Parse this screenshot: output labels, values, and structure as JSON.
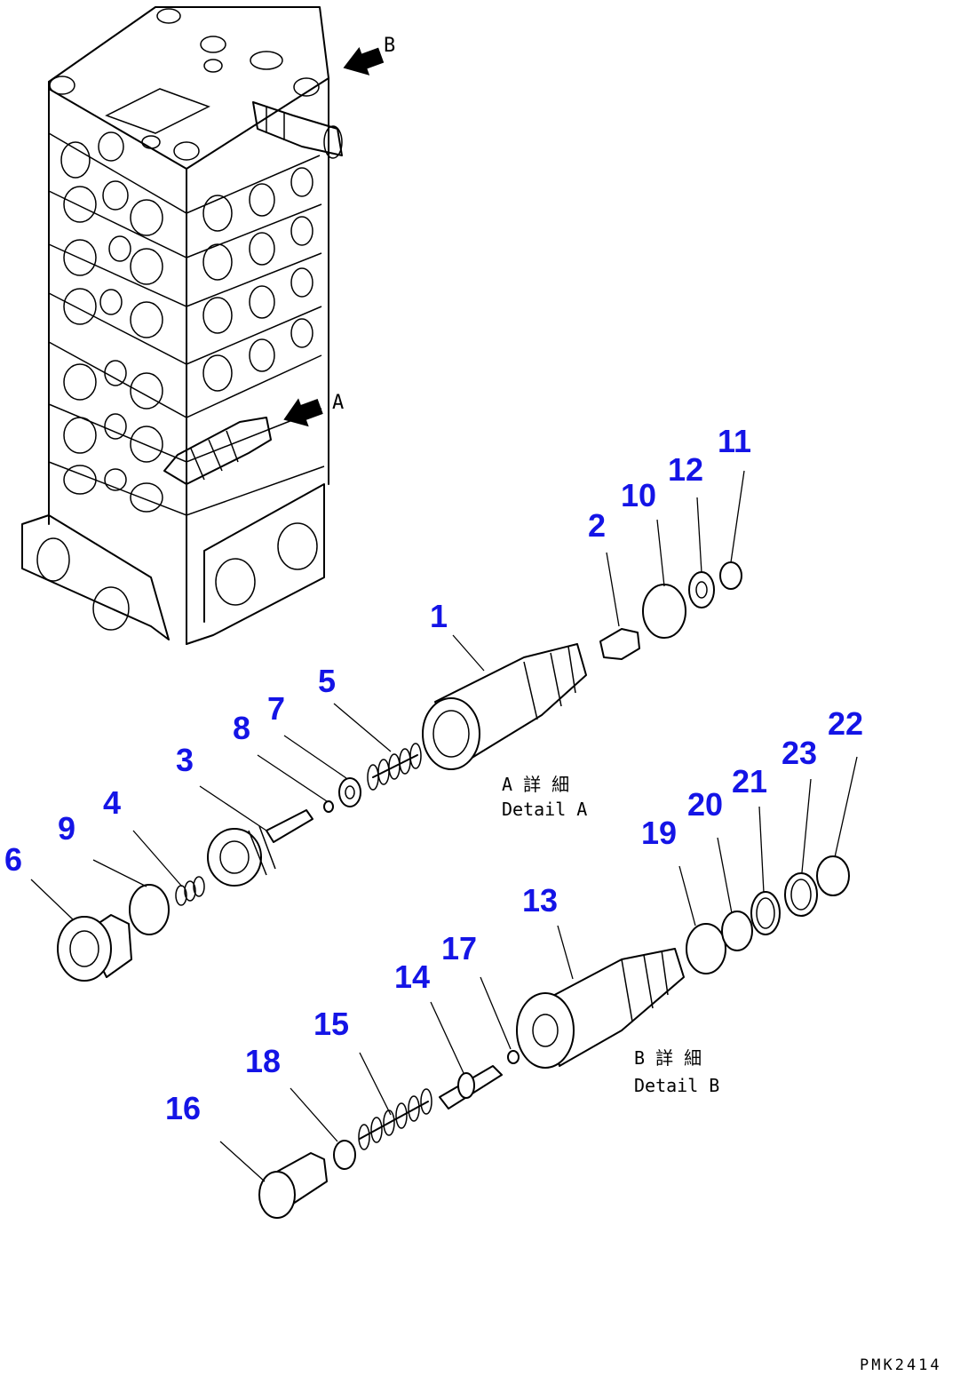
{
  "views": {
    "a": "A",
    "b": "B"
  },
  "callouts": [
    "1",
    "2",
    "10",
    "12",
    "11",
    "5",
    "7",
    "8",
    "3",
    "4",
    "9",
    "6",
    "13",
    "19",
    "20",
    "21",
    "23",
    "22",
    "17",
    "14",
    "15",
    "18",
    "16"
  ],
  "captions": {
    "a_jp": "A 詳 細",
    "a_en": "Detail A",
    "b_jp": "B 詳 細",
    "b_en": "Detail B"
  },
  "colors": {
    "callout": "#1414e6",
    "line": "#000000",
    "background": "#ffffff"
  },
  "drawing_code": "PMK2414"
}
